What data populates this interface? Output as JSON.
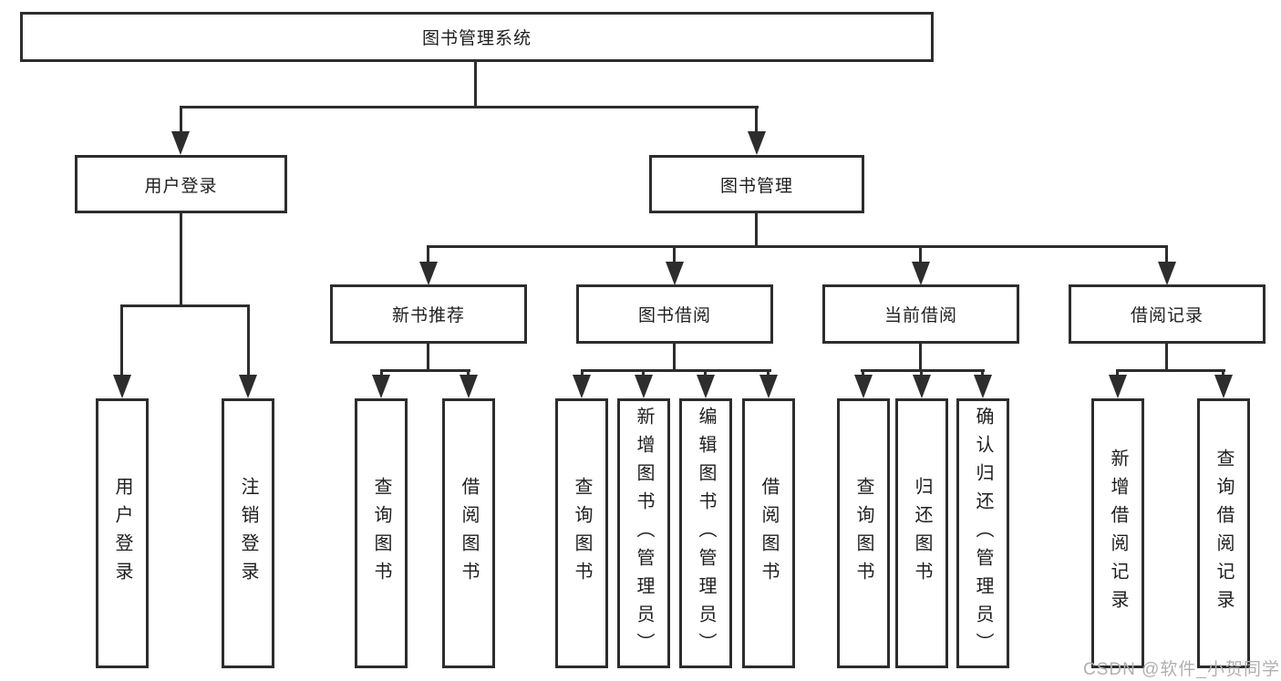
{
  "diagram": {
    "root": {
      "label": "图书管理系统"
    },
    "children": [
      {
        "label": "用户登录",
        "leaves": [
          "用户登录",
          "注销登录"
        ]
      },
      {
        "label": "图书管理",
        "children": [
          {
            "label": "新书推荐",
            "leaves": [
              "查询图书",
              "借阅图书"
            ]
          },
          {
            "label": "图书借阅",
            "leaves": [
              "查询图书",
              "新增图书（管理员）",
              "编辑图书（管理员）",
              "借阅图书"
            ]
          },
          {
            "label": "当前借阅",
            "leaves": [
              "查询图书",
              "归还图书",
              "确认归还（管理员）"
            ]
          },
          {
            "label": "借阅记录",
            "leaves": [
              "新增借阅记录",
              "查询借阅记录"
            ]
          }
        ]
      }
    ]
  },
  "watermark": {
    "text": "CSDN @软件_小贺同学"
  },
  "colors": {
    "line": "#2d2d2d",
    "text": "#1e1e1e",
    "watermark": "#b0b0b0",
    "background": "#ffffff"
  }
}
